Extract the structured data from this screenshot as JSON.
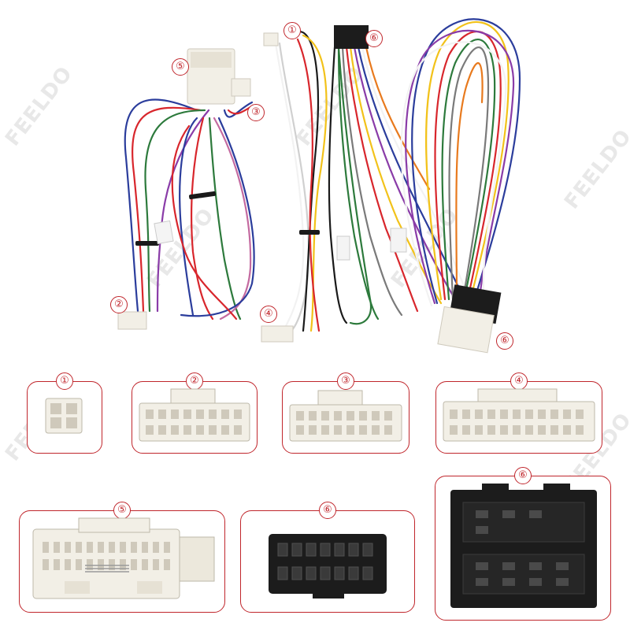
{
  "watermark": {
    "text": "FEELDO"
  },
  "harness_labels": {
    "c1": "①",
    "c2": "②",
    "c3": "③",
    "c4": "④",
    "c5": "⑤",
    "c6_top": "⑥",
    "c6_right": "⑥"
  },
  "detail_labels": {
    "d1": "①",
    "d2": "②",
    "d3": "③",
    "d4": "④",
    "d5": "⑤",
    "d6a": "⑥",
    "d6b": "⑥"
  },
  "colors": {
    "frame": "#c0262c",
    "wire_colors": [
      "#1a1a1a",
      "#d8262c",
      "#f2c21a",
      "#2d7a3c",
      "#2b3d9c",
      "#e87a1e",
      "#8a3ca8",
      "#f2f2f2",
      "#7a7a7a",
      "#c46aa0"
    ],
    "connector_white": "#f2efe6",
    "connector_black": "#1c1c1c"
  }
}
